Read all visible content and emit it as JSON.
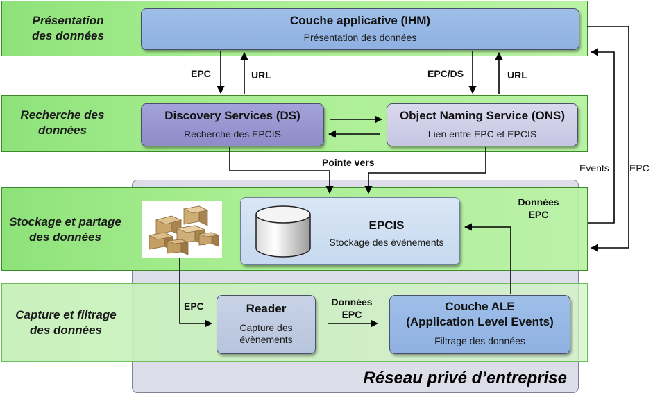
{
  "network": {
    "label": "Réseau privé d’entreprise"
  },
  "layers": {
    "presentation": [
      "Présentation",
      "des données"
    ],
    "recherche": [
      "Recherche des",
      "données"
    ],
    "stockage": [
      "Stockage et partage",
      "des données"
    ],
    "capture": [
      "Capture et filtrage",
      "des données"
    ]
  },
  "boxes": {
    "ihm": {
      "title": "Couche applicative (IHM)",
      "subtitle": "Présentation des données"
    },
    "ds": {
      "title": "Discovery Services (DS)",
      "subtitle": "Recherche des EPCIS"
    },
    "ons": {
      "title": "Object Naming Service (ONS)",
      "subtitle": "Lien entre EPC et EPCIS"
    },
    "epcis": {
      "title": "EPCIS",
      "subtitle": "Stockage des évènements"
    },
    "reader": {
      "title": "Reader",
      "subtitle": [
        "Capture des",
        "évènements"
      ]
    },
    "ale": {
      "title": [
        "Couche ALE",
        "(Application Level Events)"
      ],
      "subtitle": "Filtrage des données"
    }
  },
  "labels": {
    "epc_left": "EPC",
    "url_left": "URL",
    "epc_ds": "EPC/DS",
    "url_right": "URL",
    "pointe_vers": "Pointe vers",
    "donnees_epc_top": [
      "Données",
      "EPC"
    ],
    "events": "Events",
    "epc_far": "EPC",
    "epc_reader": "EPC",
    "donnees_epc_mid": [
      "Données",
      "EPC"
    ]
  },
  "icons": {
    "database": "database-cylinder-icon",
    "cartons": "cardboard-boxes-image"
  },
  "colors": {
    "band": "#a9ee92",
    "ihm": "#8fb1e2",
    "ds": "#8e8cc9",
    "ons": "#c7c6e3",
    "epcis": "#c7d9ef"
  }
}
